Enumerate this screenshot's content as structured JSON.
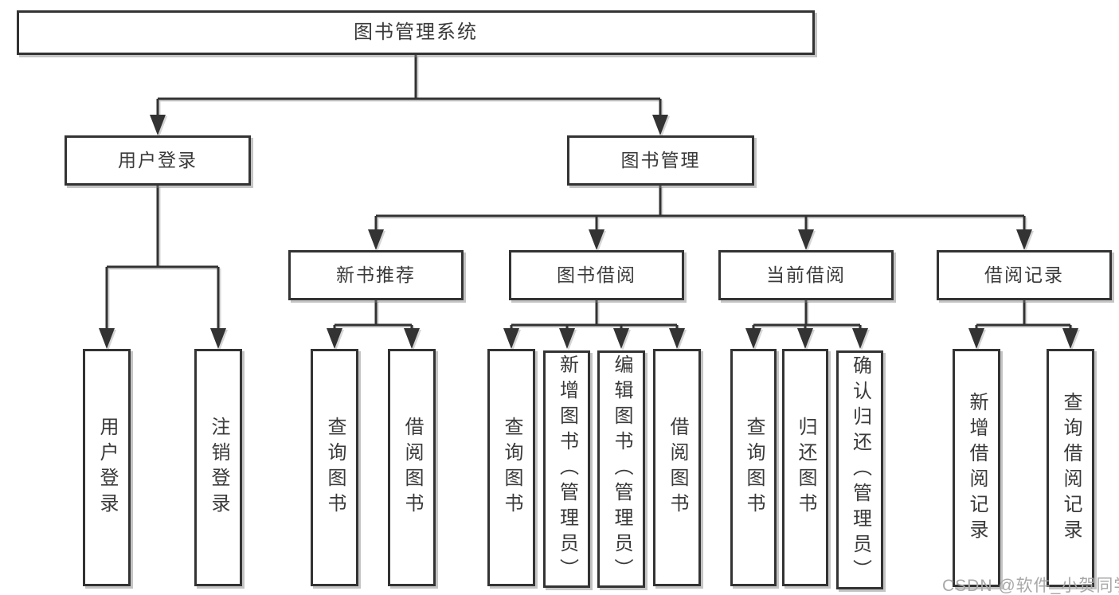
{
  "diagram": {
    "root": "图书管理系统",
    "level2": {
      "user_login": "用户登录",
      "book_management": "图书管理"
    },
    "level3": {
      "new_book": "新书推荐",
      "borrow": "图书借阅",
      "current": "当前借阅",
      "records": "借阅记录"
    },
    "leaves": {
      "login": "用户登录",
      "logout": "注销登录",
      "nb_query": "查询图书",
      "nb_borrow": "借阅图书",
      "bb_query": "查询图书",
      "bb_add": "新增图书（管理员）",
      "bb_edit": "编辑图书（管理员）",
      "bb_borrow": "借阅图书",
      "cb_query": "查询图书",
      "cb_return": "归还图书",
      "cb_confirm": "确认归还（管理员）",
      "br_add": "新增借阅记录",
      "br_query": "查询借阅记录"
    },
    "watermark": "CSDN @软件_小贺同学",
    "colors": {
      "line": "#333333",
      "box_border": "#333333",
      "box_fill": "#ffffff",
      "text": "#3a3a3a",
      "watermark": "#a8a8a8"
    }
  }
}
